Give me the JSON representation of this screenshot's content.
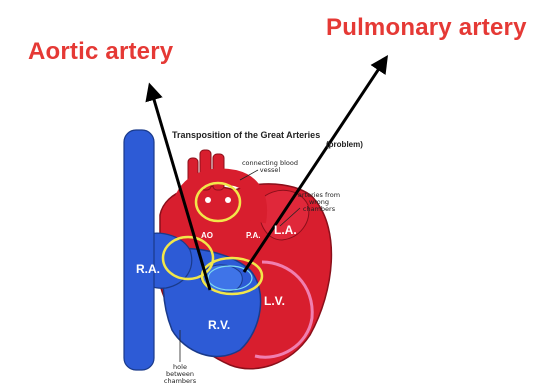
{
  "labels": {
    "aortic": "Aortic artery",
    "pulmonary": "Pulmonary artery"
  },
  "figure": {
    "title": "Transposition of the Great Arteries",
    "subtitle": "(problem)",
    "notes": {
      "connecting": "connecting blood vessel",
      "wrong": "arteries from wrong chambers",
      "hole": "hole between chambers"
    },
    "chambers": {
      "ra": "R.A.",
      "rv": "R.V.",
      "lv": "L.V.",
      "la": "L.A.",
      "pa": "P.A.",
      "ao": "AO"
    }
  },
  "colors": {
    "label_red": "#e53935",
    "heart_red": "#d81e2e",
    "vessel_blue": "#2d5bd6",
    "highlight_yellow": "#f2e64a",
    "highlight_cyan": "#7fdcf0",
    "arrow": "#000000"
  }
}
